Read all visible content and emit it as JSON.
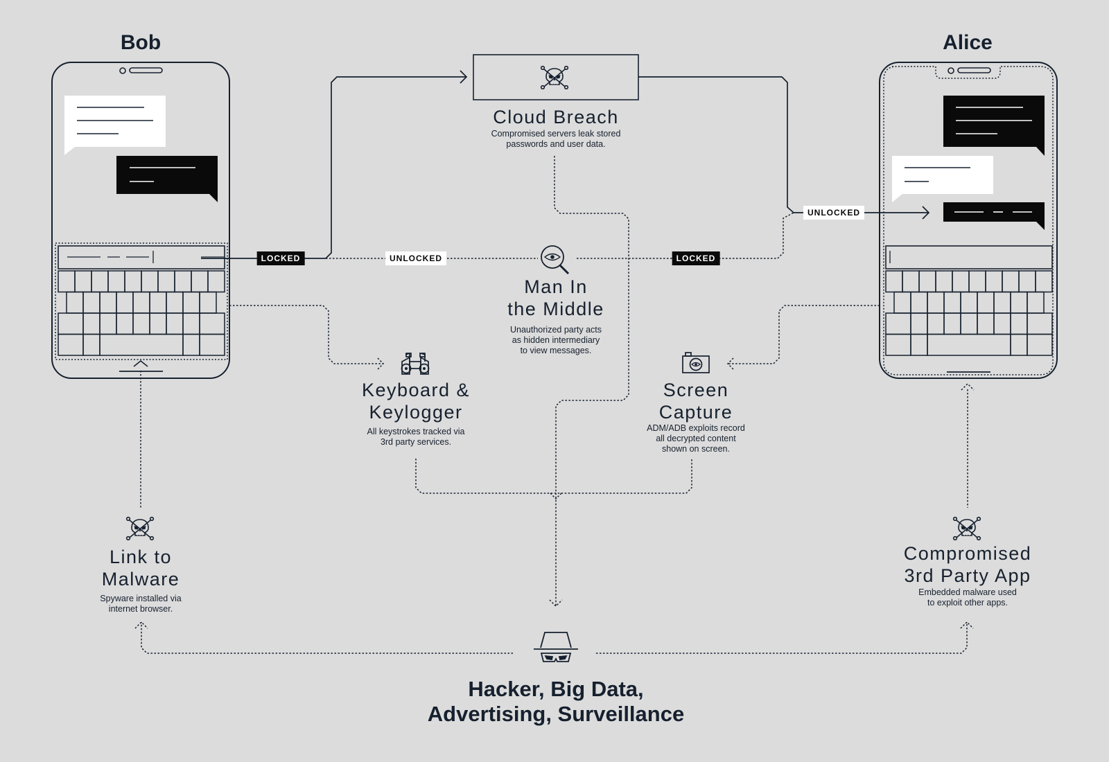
{
  "people": {
    "left": "Bob",
    "right": "Alice"
  },
  "badges": {
    "bob_link": "LOCKED",
    "mitm_left": "UNLOCKED",
    "mitm_right": "LOCKED",
    "cloud_to_alice": "UNLOCKED"
  },
  "nodes": {
    "cloud": {
      "title": "Cloud Breach",
      "desc": [
        "Compromised servers leak stored",
        "passwords and user data."
      ]
    },
    "mitm": {
      "title": [
        "Man In",
        "the Middle"
      ],
      "desc": [
        "Unauthorized party acts",
        "as hidden intermediary",
        "to view messages."
      ]
    },
    "keylogger": {
      "title": [
        "Keyboard &",
        "Keylogger"
      ],
      "desc": [
        "All keystrokes tracked via",
        "3rd party services."
      ]
    },
    "screen": {
      "title": [
        "Screen",
        "Capture"
      ],
      "desc": [
        "ADM/ADB exploits record",
        "all decrypted content",
        "shown on screen."
      ]
    },
    "malware": {
      "title": [
        "Link to",
        "Malware"
      ],
      "desc": [
        "Spyware installed via",
        "internet browser."
      ]
    },
    "thirdparty": {
      "title": [
        "Compromised",
        "3rd Party App"
      ],
      "desc": [
        "Embedded malware used",
        "to exploit other apps."
      ]
    }
  },
  "threat": {
    "title": [
      "Hacker, Big Data,",
      "Advertising, Surveillance"
    ]
  },
  "icons": {
    "cloud": "skull-crossbones-icon",
    "mitm": "magnifier-eye-icon",
    "keylogger": "binoculars-icon",
    "screen": "camera-icon",
    "malware": "skull-crossbones-icon",
    "thirdparty": "skull-crossbones-icon",
    "threat": "spy-hat-mask-icon"
  },
  "colors": {
    "background": "#dcdcdc",
    "ink": "#16202e",
    "badge_dark": "#0a0a0a",
    "badge_light": "#ffffff"
  }
}
